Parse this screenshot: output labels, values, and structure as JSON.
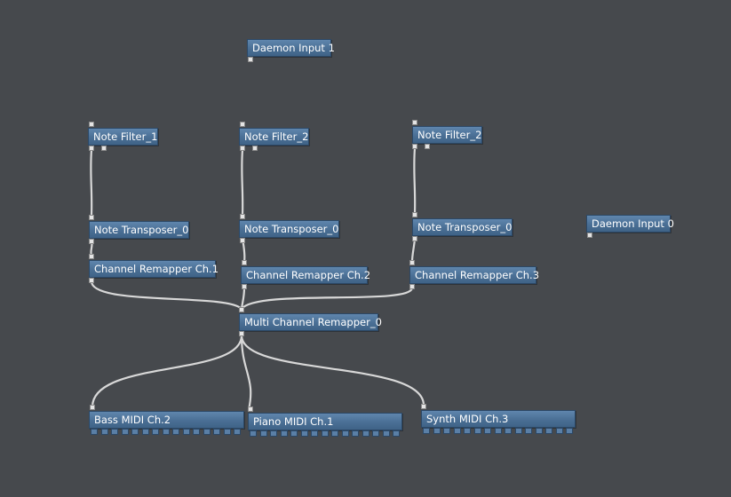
{
  "nodes": {
    "daemon_input_1": "Daemon Input 1",
    "daemon_input_0": "Daemon Input 0",
    "note_filter_1": "Note Filter_1",
    "note_filter_2a": "Note Filter_2",
    "note_filter_2b": "Note Filter_2",
    "note_transposer_a": "Note Transposer_0",
    "note_transposer_b": "Note Transposer_0",
    "note_transposer_c": "Note Transposer_0",
    "channel_remapper_1": "Channel Remapper Ch.1",
    "channel_remapper_2": "Channel Remapper Ch.2",
    "channel_remapper_3": "Channel Remapper Ch.3",
    "multi_channel_remapper": "Multi Channel Remapper_0",
    "bass_midi": "Bass MIDI Ch.2",
    "piano_midi": "Piano MIDI Ch.1",
    "synth_midi": "Synth MIDI Ch.3"
  },
  "colors": {
    "background": "#46494d",
    "node": "#4a6f95",
    "wire": "#d8d8d8"
  }
}
